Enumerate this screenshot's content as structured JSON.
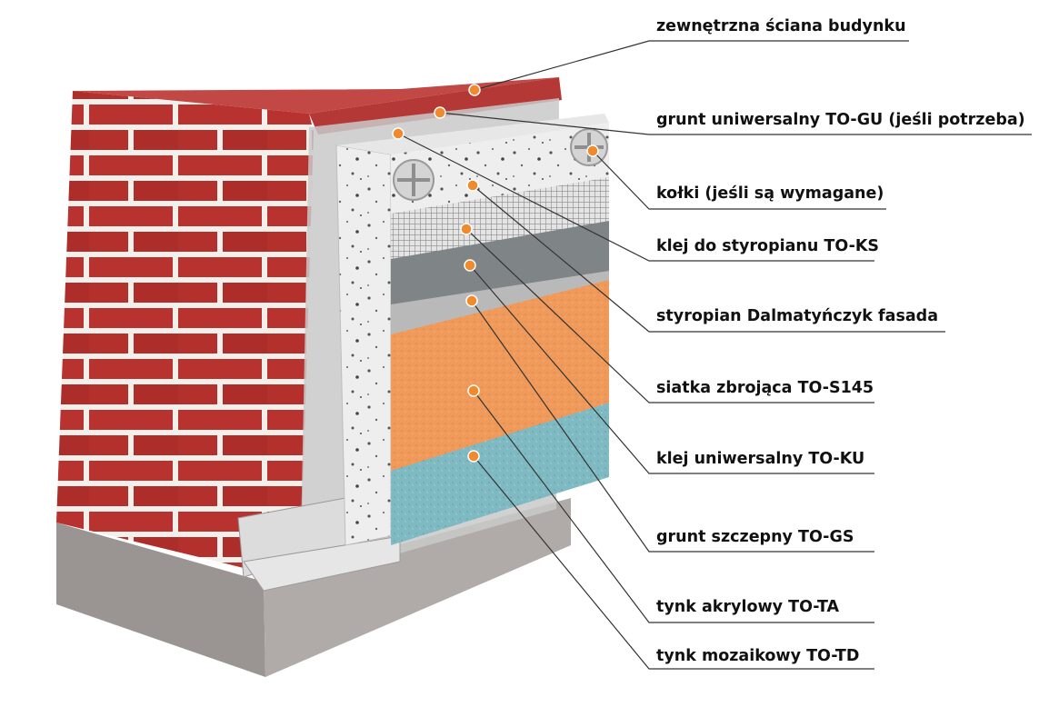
{
  "labels": [
    {
      "text": "zewnętrzna ściana budynku"
    },
    {
      "text": "grunt uniwersalny TO-GU (jeśli potrzeba)"
    },
    {
      "text": "kołki (jeśli są wymagane)"
    },
    {
      "text": "klej do styropianu TO-KS"
    },
    {
      "text": "styropian Dalmatyńczyk fasada"
    },
    {
      "text": "siatka zbrojąca TO-S145"
    },
    {
      "text": "klej uniwersalny TO-KU"
    },
    {
      "text": "grunt szczepny TO-GS"
    },
    {
      "text": "tynk akrylowy TO-TA"
    },
    {
      "text": "tynk mozaikowy TO-TD"
    }
  ],
  "colors": {
    "brick": "#b8322f",
    "mortar": "#f3f0ec",
    "plinth": "#9a9592",
    "primer": "#c9c9c9",
    "polystyrene": "#eeeeee",
    "mesh": "#d7d7d7",
    "adhesive": "#7f8587",
    "grip_primer": "#b9b9b9",
    "acrylic_plaster": "#ef9a5a",
    "mosaic_plaster": "#7fb9c2",
    "marker": "#f08a2c",
    "leader": "#333333"
  }
}
